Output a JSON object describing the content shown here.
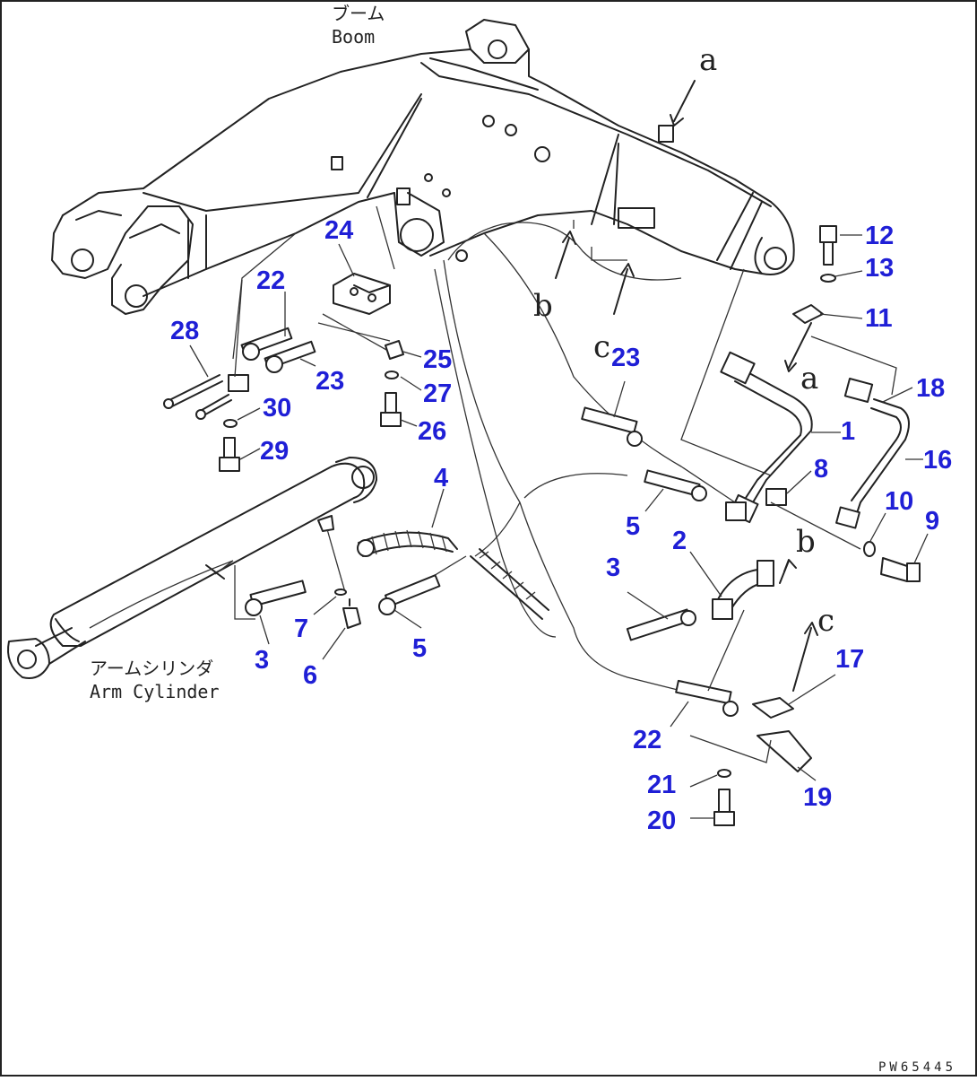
{
  "labels": {
    "boom_jp": "ブーム",
    "boom_en": "Boom",
    "arm_cyl_jp": "アームシリンダ",
    "arm_cyl_en": "Arm Cylinder",
    "drawing_code": "PW65445"
  },
  "view_markers": {
    "a_top": "a",
    "a_right": "a",
    "b_left": "b",
    "b_right": "b",
    "c_left": "c",
    "c_right": "c"
  },
  "callouts": [
    {
      "id": "c12",
      "text": "12"
    },
    {
      "id": "c13",
      "text": "13"
    },
    {
      "id": "c11",
      "text": "11"
    },
    {
      "id": "c18",
      "text": "18"
    },
    {
      "id": "c1",
      "text": "1"
    },
    {
      "id": "c16",
      "text": "16"
    },
    {
      "id": "c8",
      "text": "8"
    },
    {
      "id": "c10",
      "text": "10"
    },
    {
      "id": "c9",
      "text": "9"
    },
    {
      "id": "c24",
      "text": "24"
    },
    {
      "id": "c22a",
      "text": "22"
    },
    {
      "id": "c28",
      "text": "28"
    },
    {
      "id": "c23a",
      "text": "23"
    },
    {
      "id": "c25",
      "text": "25"
    },
    {
      "id": "c27",
      "text": "27"
    },
    {
      "id": "c30",
      "text": "30"
    },
    {
      "id": "c26",
      "text": "26"
    },
    {
      "id": "c29",
      "text": "29"
    },
    {
      "id": "c23b",
      "text": "23"
    },
    {
      "id": "c4",
      "text": "4"
    },
    {
      "id": "c5a",
      "text": "5"
    },
    {
      "id": "c2",
      "text": "2"
    },
    {
      "id": "c3a",
      "text": "3"
    },
    {
      "id": "c7",
      "text": "7"
    },
    {
      "id": "c3b",
      "text": "3"
    },
    {
      "id": "c6",
      "text": "6"
    },
    {
      "id": "c5b",
      "text": "5"
    },
    {
      "id": "c17",
      "text": "17"
    },
    {
      "id": "c22b",
      "text": "22"
    },
    {
      "id": "c21",
      "text": "21"
    },
    {
      "id": "c19",
      "text": "19"
    },
    {
      "id": "c20",
      "text": "20"
    }
  ]
}
